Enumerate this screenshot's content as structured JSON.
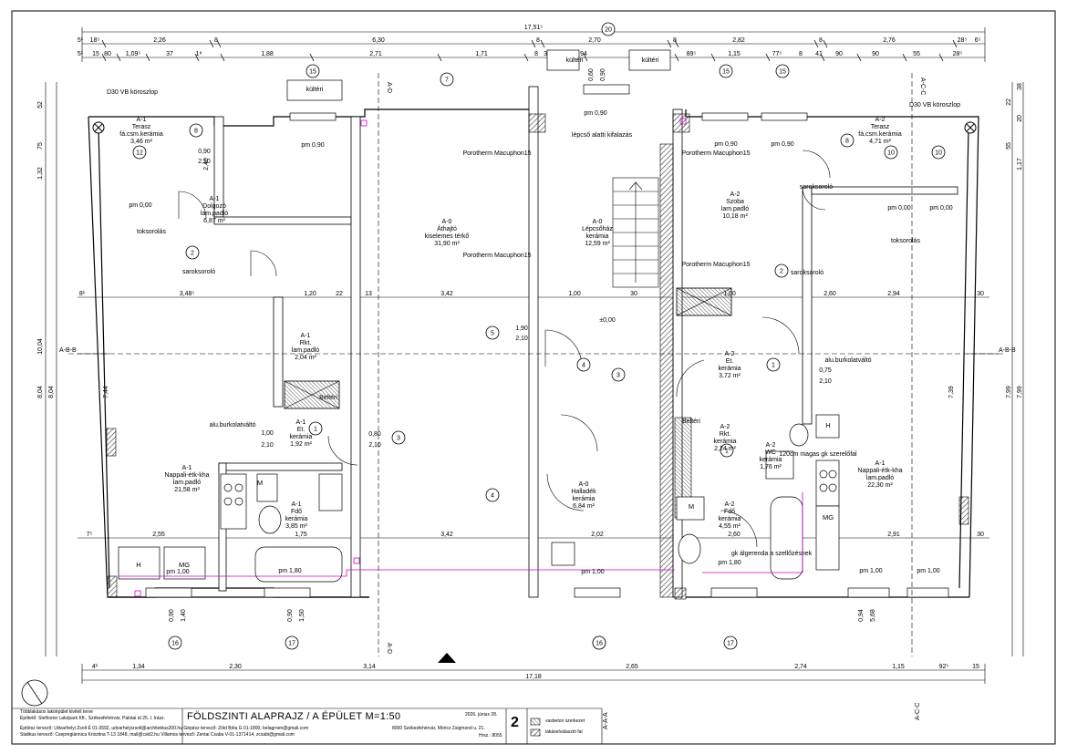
{
  "dims_top_total": "17,51⁵",
  "dims_top_row1": [
    "5¹",
    "18⁵",
    "2,26",
    "8",
    "6,30",
    "8",
    "2,70",
    "8",
    "2,82",
    "8",
    "2,76",
    "28⁵",
    "6⁵"
  ],
  "dims_top_row2": [
    "5¹",
    "15",
    "80",
    "1,09⁵",
    "37",
    "1⁸",
    "1,88",
    "2,71",
    "1,71",
    "8",
    "30",
    "40",
    "94",
    "8",
    "89⁵",
    "1,15",
    "77⁵",
    "8",
    "41",
    "90",
    "90",
    "55",
    "28⁵"
  ],
  "dims_bottom_row1": [
    "4¹",
    "1,34",
    "2,30",
    "3,14",
    "2,65",
    "2,74",
    "1,15",
    "92⁵",
    "15"
  ],
  "dims_bottom_total": "17,18",
  "dims_left": [
    "10,04",
    "8,04",
    "8,04",
    "7,44",
    "1,32",
    "75",
    "52"
  ],
  "dims_right": [
    "7,99",
    "7,99",
    "7,39",
    "1,17",
    "55",
    "20",
    "22",
    "38"
  ],
  "grid_row_upper": [
    "8¹",
    "3,48⁵",
    "1,20",
    "22",
    "13",
    "3,42",
    "1,00",
    "30",
    "1,00",
    "2,60",
    "2,94",
    "30"
  ],
  "grid_row_lower": [
    "7⁵",
    "2,55",
    "1,75",
    "3,42",
    "2,02",
    "2,60",
    "2,91",
    "30"
  ],
  "section_marks": [
    "A-D",
    "A-D",
    "A-C-C",
    "A-C-C",
    "A-B-B",
    "A-B-B",
    "A-A-A"
  ],
  "rooms": [
    {
      "code": "A-1",
      "name": "Terasz",
      "floor": "fá.csm.kerámia",
      "area": "3,46 m²"
    },
    {
      "code": "A-1",
      "name": "Dolgozó",
      "floor": "lam.padló",
      "area": "6,87 m²"
    },
    {
      "code": "A-0",
      "name": "Áthajtó",
      "floor": "kiselemes térkő",
      "area": "31,90 m²"
    },
    {
      "code": "A-0",
      "name": "Lépcsőház",
      "floor": "kerámia",
      "area": "12,59 m²"
    },
    {
      "code": "A-2",
      "name": "Szoba",
      "floor": "lam.padló",
      "area": "10,18 m²"
    },
    {
      "code": "A-2",
      "name": "Terasz",
      "floor": "fá.csm.kerámia",
      "area": "4,71 m²"
    },
    {
      "code": "A-1",
      "name": "Rkt.",
      "floor": "lam.padló",
      "area": "2,04 m²"
    },
    {
      "code": "A-1",
      "name": "Et.",
      "floor": "kerámia",
      "area": "1,92 m²"
    },
    {
      "code": "A-1",
      "name": "Nappali-étk-kha",
      "floor": "lam.padló",
      "area": "21,58 m²"
    },
    {
      "code": "A-1",
      "name": "Fdő",
      "floor": "kerámia",
      "area": "3,85 m²"
    },
    {
      "code": "A-0",
      "name": "Halladék",
      "floor": "kerámia",
      "area": "6,84 m²"
    },
    {
      "code": "A-2",
      "name": "Et.",
      "floor": "kerámia",
      "area": "3,72 m²"
    },
    {
      "code": "A-2",
      "name": "Rkt.",
      "floor": "kerámia",
      "area": "2,24 m²"
    },
    {
      "code": "A-2",
      "name": "WC",
      "floor": "kerámia",
      "area": "1,76 m²"
    },
    {
      "code": "A-2",
      "name": "Fdő",
      "floor": "kerámia",
      "area": "4,55 m²"
    },
    {
      "code": "A-1",
      "name": "Nappali-étk-kha",
      "floor": "lam.padló",
      "area": "22,30 m²"
    }
  ],
  "notes": [
    "D30 VB köroszlop",
    "D30 VB köroszlop",
    "lépcső alatti kifalazás",
    "Porotherm Macuphon15",
    "Porotherm Macuphon15",
    "Porotherm Macuphon15",
    "Porotherm Macuphon15",
    "toksorolás",
    "toksorolás",
    "saroksoroló",
    "saroksoroló",
    "saroksoroló",
    "alu.burkolatváltó",
    "alu.burkolatváltó",
    "Beltéri",
    "Beltéri",
    "kültéri",
    "kültéri",
    "kültéri",
    "gk álgerenda a szellőzésnek",
    "120cm magas gk szerelőfal",
    "±0,00"
  ],
  "parapets": [
    "pm 0,90",
    "pm 0,90",
    "pm 0,90",
    "pm 0,90",
    "pm 0,00",
    "pm 0,00",
    "pm 0,00",
    "pm 1,00",
    "pm 1,80",
    "pm 1,00",
    "pm 1,80",
    "pm 1,00",
    "pm 1,00"
  ],
  "markers": [
    "1",
    "2",
    "3",
    "4",
    "5",
    "6",
    "7",
    "8",
    "10",
    "12",
    "15",
    "16",
    "17",
    "20"
  ],
  "door_dims": [
    "0,90",
    "2,10",
    "1,00",
    "2,10",
    "1,90",
    "2,10",
    "0,80",
    "2,10",
    "0,75",
    "2,10"
  ],
  "window_dims": [
    "0,90",
    "1,40",
    "0,90",
    "1,50",
    "0,60",
    "0,90",
    "0,94",
    "5,68",
    "2,40"
  ],
  "fixture_labels": [
    "H",
    "MG",
    "M",
    "H",
    "MG",
    "M"
  ],
  "title_block": {
    "project": "Többlakásos lakóépület kiviteli terve",
    "builder": "Építtető: Stelhome Lakópark Kft., Székesfehérvár, Palotai út 25. I. Irász.",
    "designer": "Építész tervező: Udvarhelyi Zsolt É 01-3592, udvarhelyizsolt@architektus200.hu Gépész tervező: Zöld Béla G 01-1800, belagroen@gmail.com",
    "structural": "Statikus tervező: Csepregiánnica Krisztina T-13 1848, mail@cskl2.hu Villamos tervező: Zentai Csaba V-01-1371414, zcsabi@gmail.com",
    "title": "FÖLDSZINTI ALAPRAJZ / A ÉPÜLET   M=1:50",
    "date": "2026. június 28.",
    "address": "8000 Székesfehérvár, Móricz Zsigmond u. 21.",
    "hrsz": "Hrsz.: 8055",
    "sheet": "2",
    "legend": [
      {
        "label": "vasbeton szerkezet"
      },
      {
        "label": "lakáselválasztó fal"
      }
    ]
  },
  "colors": {
    "line": "#000000",
    "hatch": "#4d4d4d",
    "magenta": "#d000d0"
  }
}
